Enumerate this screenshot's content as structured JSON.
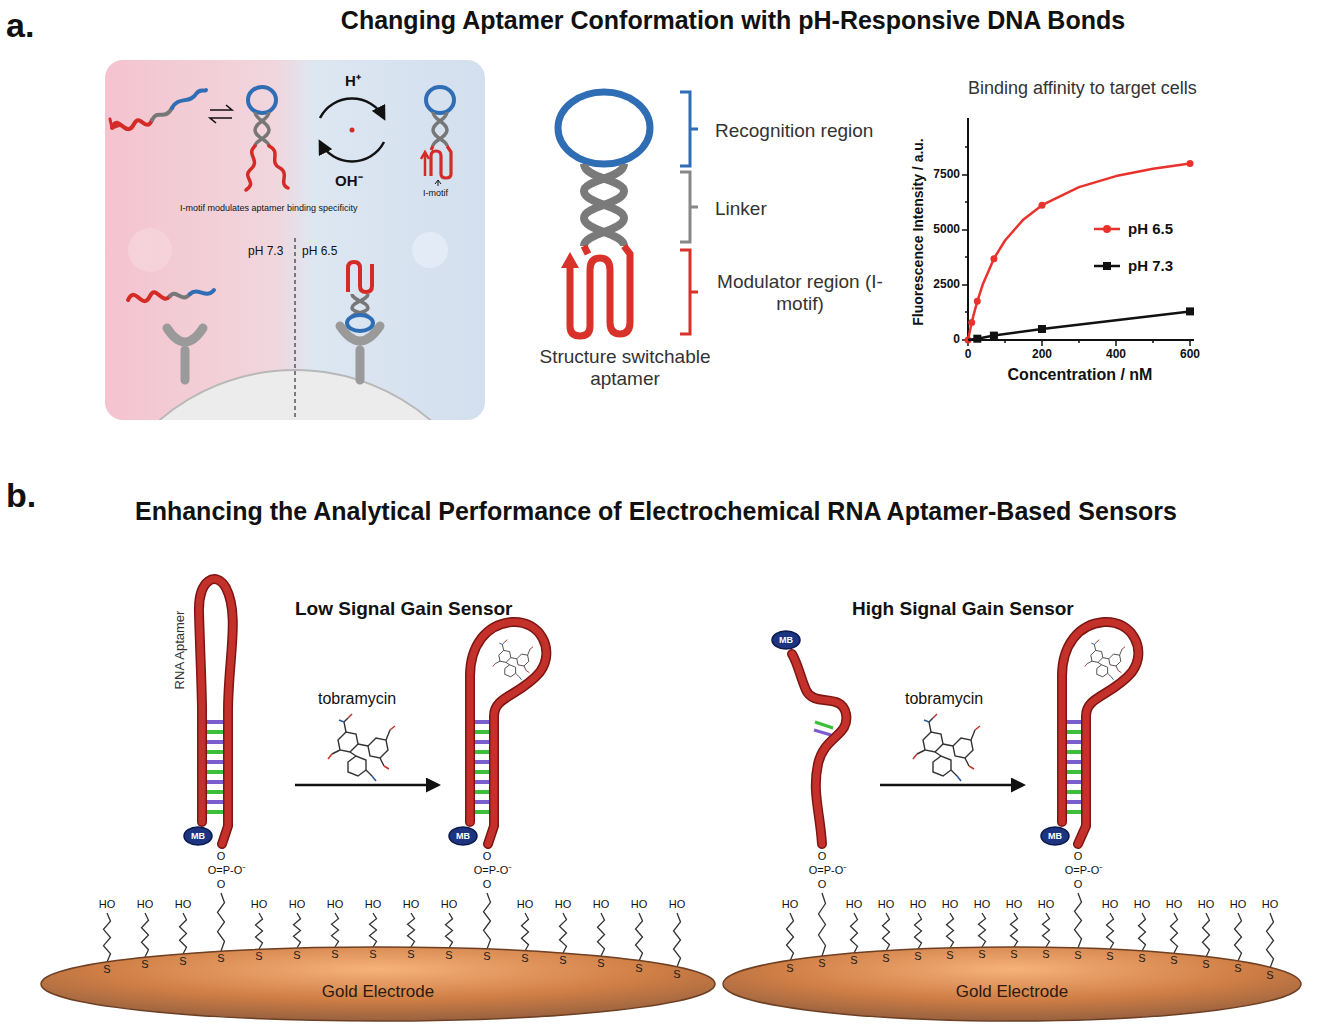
{
  "diagram": {
    "nodes": [
      {
        "text": [
          "H⁺",
          "OH⁻",
          "I-motif",
          "I-motif modulates aptamer binding specificity",
          "pH 7.3",
          "pH 6.5"
        ]
      },
      {
        "text": [
          "MB"
        ]
      },
      {
        "text": [
          "MB"
        ]
      },
      {
        "text": [
          "Gold Electrode"
        ]
      },
      {
        "text": [
          "MB"
        ]
      },
      {
        "text": [
          "MB"
        ]
      },
      {
        "text": [
          "Gold Electrode"
        ]
      }
    ],
    "labels": [
      "a.",
      "Changing Aptamer Conformation with pH-Responsive DNA Bonds",
      "Recognition region",
      "Linker",
      "Modulator region (I-motif)",
      "Structure switchable aptamer",
      "Binding affinity to target cells",
      "Fluorescence Intensity / a.u.",
      "7500",
      "5000",
      "2500",
      "0",
      "0",
      "200",
      "400",
      "600",
      "Concentration / nM",
      "b.",
      "Enhancing the Analytical Performance of Electrochemical RNA Aptamer-Based Sensors",
      "Low Signal Gain Sensor",
      "High Signal Gain Sensor",
      "RNA Aptamer",
      "tobramycin",
      "tobramycin",
      "O",
      "O=P-O⁻",
      "O",
      "O",
      "O=P-O⁻",
      "O",
      "O",
      "O=P-O⁻",
      "O",
      "O",
      "O=P-O⁻",
      "O",
      "HO",
      "HO",
      "HO",
      "HO",
      "HO",
      "HO",
      "HO",
      "HO",
      "HO",
      "HO",
      "HO",
      "HO",
      "HO",
      "HO",
      "S",
      "S",
      "S",
      "S",
      "S",
      "S",
      "S",
      "S",
      "S",
      "S",
      "S",
      "S",
      "S",
      "S",
      "S",
      "S",
      "HO",
      "HO",
      "HO",
      "HO",
      "HO",
      "HO",
      "HO",
      "HO",
      "HO",
      "HO",
      "HO",
      "HO",
      "HO",
      "HO",
      "S",
      "S",
      "S",
      "S",
      "S",
      "S",
      "S",
      "S",
      "S",
      "S",
      "S",
      "S",
      "S",
      "S",
      "S",
      "S"
    ],
    "legend": [
      {
        "text": "pH 6.5"
      },
      {
        "text": "pH 7.3"
      }
    ]
  }
}
